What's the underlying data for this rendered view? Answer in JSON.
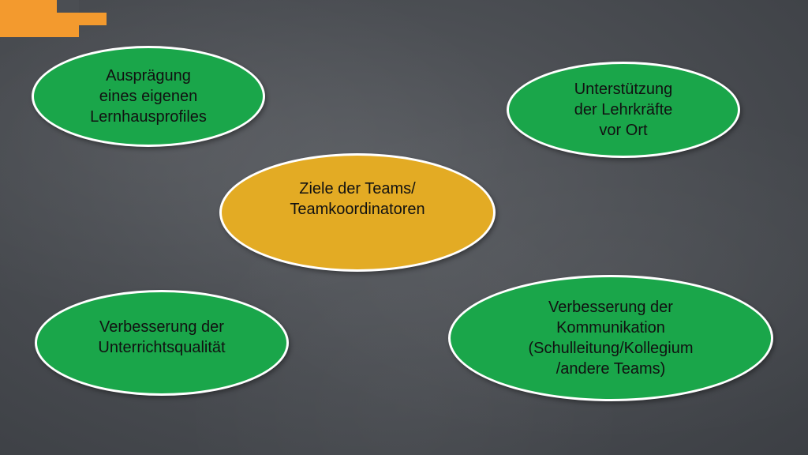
{
  "diagram": {
    "center": {
      "text": "Ziele der Teams/\nTeamkoordinatoren",
      "color": "#e3ab24"
    },
    "nodes": {
      "profile": "Ausprägung\neines eigenen\nLernhausprofiles",
      "support": "Unterstützung\nder Lehrkräfte\nvor Ort",
      "quality": "Verbesserung der\nUnterrichtsqualität",
      "communication": "Verbesserung der\nKommunikation\n(Schulleitung/Kollegium\n/andere Teams)"
    },
    "node_color": "#1aa64a",
    "accent_color": "#f39a2e",
    "background_color": "#4b4e53"
  }
}
